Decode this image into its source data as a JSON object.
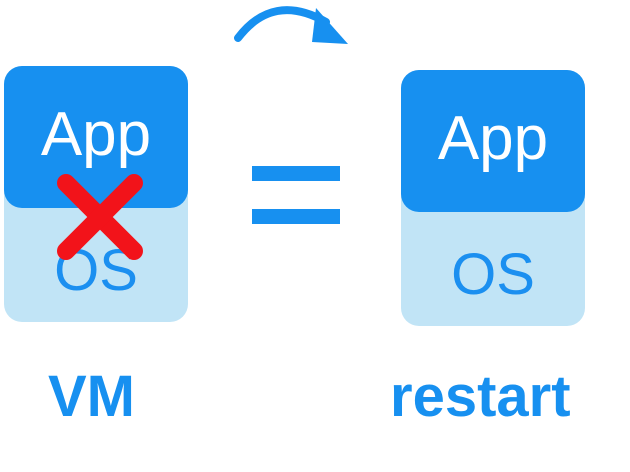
{
  "vm_stack": {
    "app_label": "App",
    "os_label": "OS",
    "caption": "VM"
  },
  "restart_stack": {
    "app_label": "App",
    "os_label": "OS",
    "caption": "restart"
  },
  "colors": {
    "app_layer": "#1790f0",
    "os_layer": "#c1e4f6",
    "os_text": "#1b8ff0",
    "cross": "#f2131a",
    "caption": "#1790f0"
  },
  "icons": {
    "failure_mark": "cross-icon",
    "equivalence": "equals-icon",
    "transition": "curved-arrow-icon"
  }
}
